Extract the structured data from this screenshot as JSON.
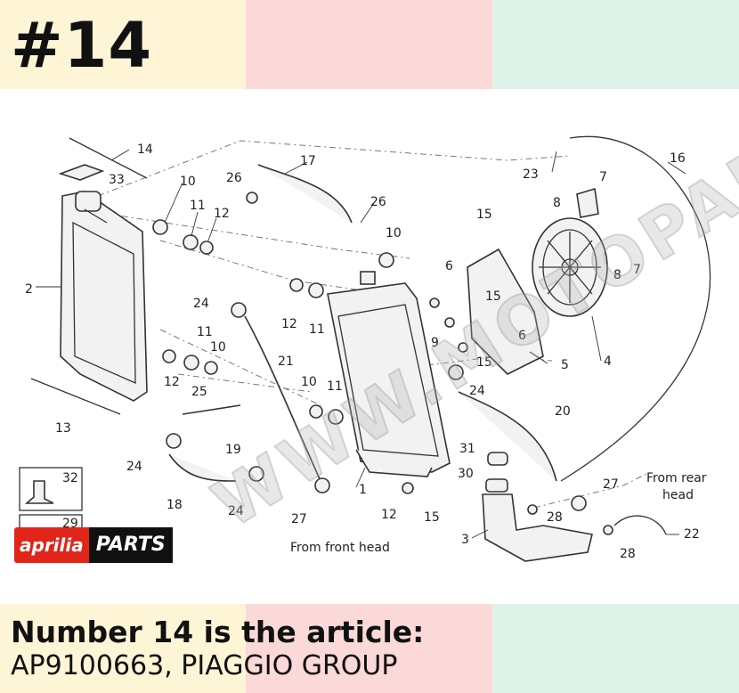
{
  "header": {
    "title": "#14"
  },
  "caption": {
    "line1": "Number 14 is the article:",
    "line2": "AP9100663, PIAGGIO GROUP"
  },
  "logo": {
    "brand": "aprilia",
    "parts": "PARTS"
  },
  "watermark": {
    "text": "WWW.MOTOPARTS.RU"
  },
  "diagram": {
    "labels": {
      "l1": "1",
      "l2": "2",
      "l3": "3",
      "l4": "4",
      "l5": "5",
      "l6a": "6",
      "l6b": "6",
      "l7a": "7",
      "l7b": "7",
      "l8a": "8",
      "l8b": "8",
      "l9": "9",
      "l10a": "10",
      "l10b": "10",
      "l10c": "10",
      "l10d": "10",
      "l11a": "11",
      "l11b": "11",
      "l11c": "11",
      "l11d": "11",
      "l12a": "12",
      "l12b": "12",
      "l12c": "12",
      "l12d": "12",
      "l13": "13",
      "l14": "14",
      "l15a": "15",
      "l15b": "15",
      "l15c": "15",
      "l15d": "15",
      "l16": "16",
      "l17": "17",
      "l18": "18",
      "l19": "19",
      "l20": "20",
      "l21": "21",
      "l22": "22",
      "l23": "23",
      "l24a": "24",
      "l24b": "24",
      "l24c": "24",
      "l24d": "24",
      "l25": "25",
      "l26a": "26",
      "l26b": "26",
      "l27a": "27",
      "l27b": "27",
      "l28a": "28",
      "l28b": "28",
      "l29": "29",
      "l30": "30",
      "l31": "31",
      "l32": "32",
      "l33": "33"
    },
    "notes": {
      "front_head": "From front head",
      "rear_head_1": "From rear",
      "rear_head_2": "head"
    }
  }
}
